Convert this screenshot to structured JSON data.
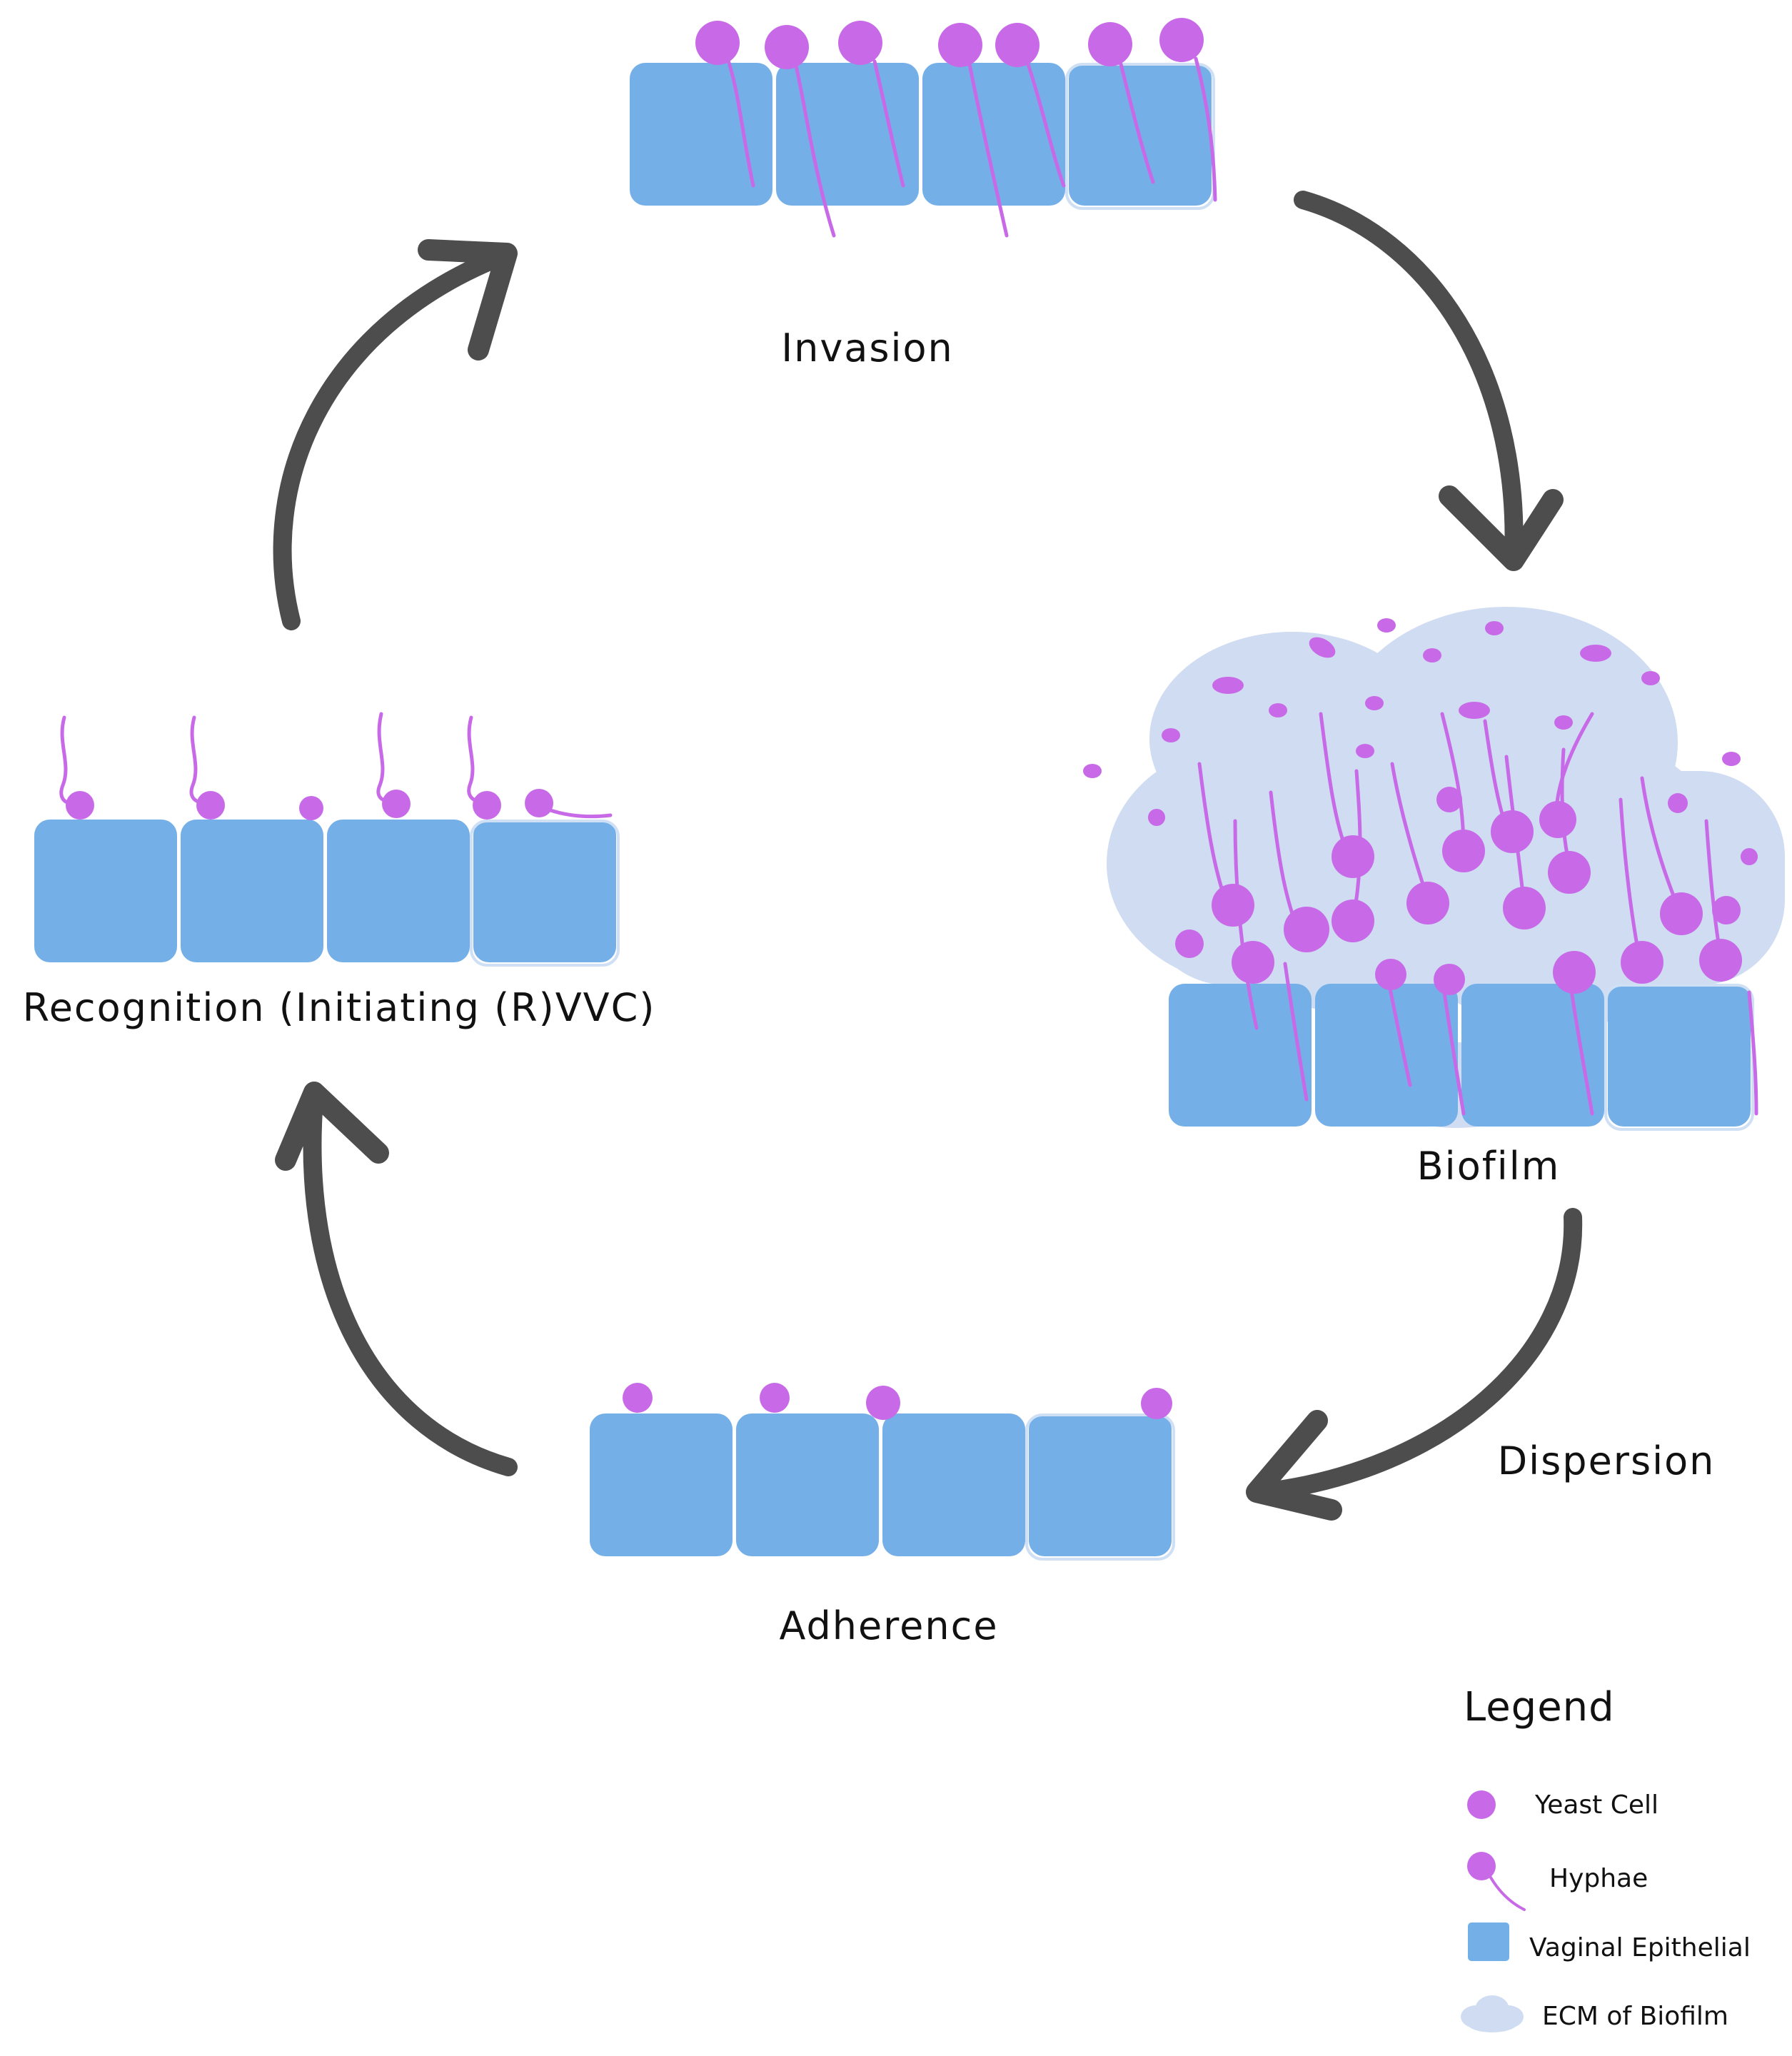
{
  "stages": {
    "invasion": "Invasion",
    "biofilm": "Biofilm",
    "dispersion": "Dispersion",
    "adherence": "Adherence",
    "recognition": "Recognition (Initiating (R)VVC)"
  },
  "legend": {
    "title": "Legend",
    "yeast_cell": "Yeast Cell",
    "hyphae": "Hyphae",
    "vaginal_epithelial": "Vaginal Epithelial",
    "ecm": "ECM of Biofilm"
  },
  "colors": {
    "epithelial": "#74b0e7",
    "yeast": "#c86ae8",
    "ecm": "#cfdcf2",
    "arrow": "#4d4d4d"
  },
  "icons": {
    "cycle_arrows": "curved-arrow-icon",
    "yeast": "yeast-cell-icon",
    "hyphae": "hyphae-icon"
  }
}
